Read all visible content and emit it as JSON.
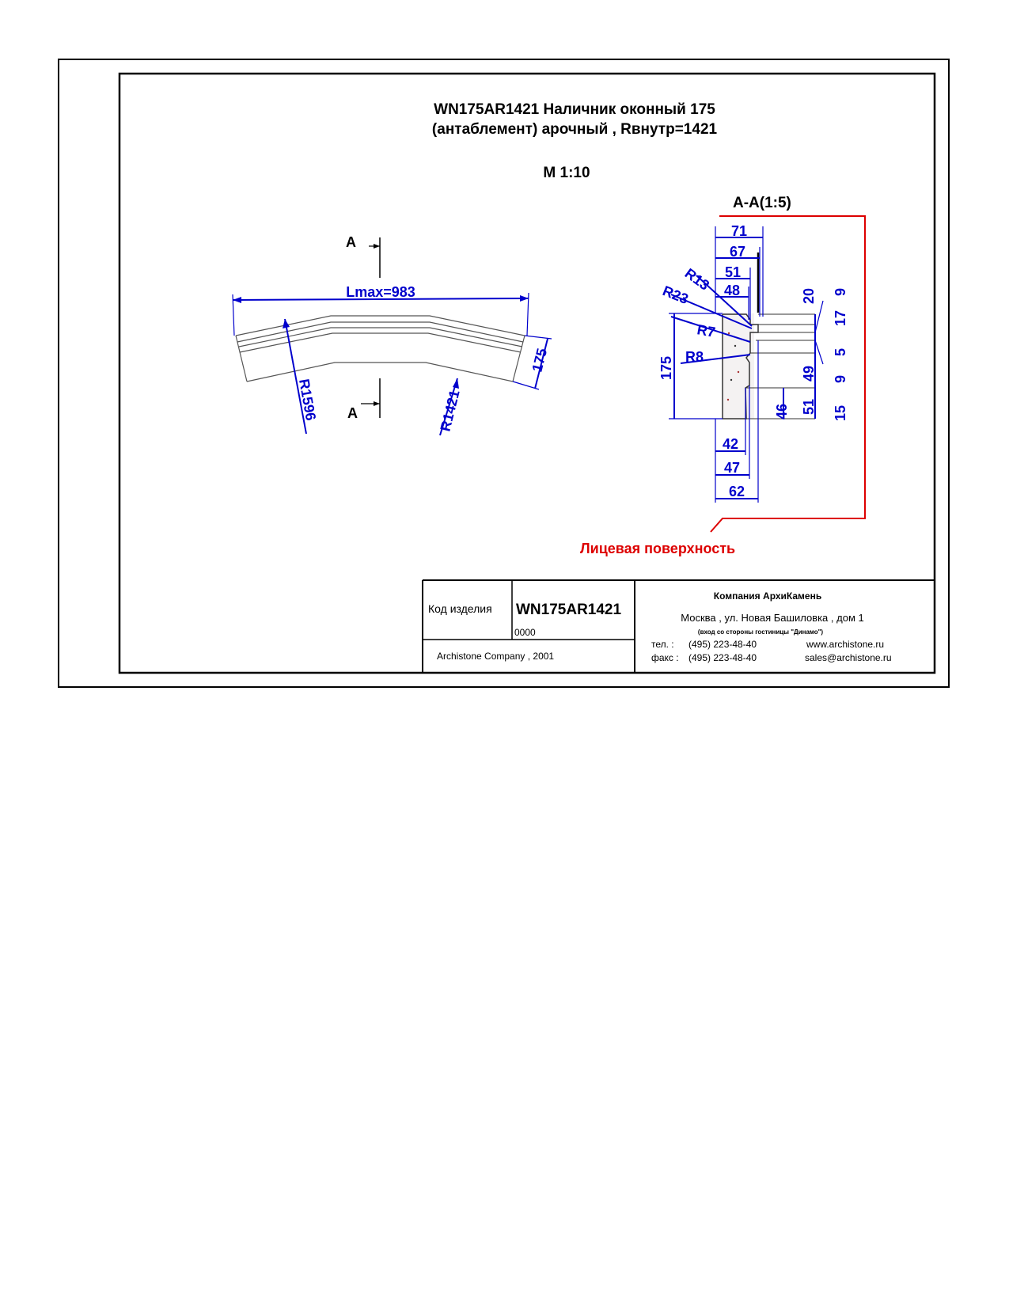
{
  "header": {
    "title_line1": "WN175AR1421 Наличник оконный  175",
    "title_line2": "(антаблемент)  арочный , Rвнутр=1421",
    "scale": "M 1:10"
  },
  "plan_view": {
    "section_mark": "A",
    "length_label": "Lmax=983",
    "height_label": "175",
    "outer_radius_label": "R1596",
    "inner_radius_label": "R1421"
  },
  "section_view": {
    "title": "A-A(1:5)",
    "top_dims": [
      "71",
      "67",
      "51",
      "48"
    ],
    "bottom_dims": [
      "42",
      "47",
      "62"
    ],
    "right_dims": [
      "20",
      "9",
      "17",
      "5",
      "49",
      "9",
      "51",
      "15"
    ],
    "inner_dim": "46",
    "height_dim": "175",
    "radii": [
      "R13",
      "R23",
      "R7",
      "R8"
    ],
    "face_label": "Лицевая поверхность",
    "face_color": "#dd0000"
  },
  "title_block": {
    "code_label": "Код изделия",
    "code_value": "WN175AR1421",
    "code_sub": "0000",
    "copyright": "Archistone  Company ,  2001",
    "company_name": "Компания  АрхиКамень",
    "address": "Москва , ул. Новая Башиловка , дом 1",
    "address_note": "(вход со стороны гостиницы \"Динамо\")",
    "tel_label": "тел.   :",
    "tel_value": "(495) 223-48-40",
    "fax_label": "факс :",
    "fax_value": "(495) 223-48-40",
    "website": "www.archistone.ru",
    "email": "sales@archistone.ru"
  }
}
